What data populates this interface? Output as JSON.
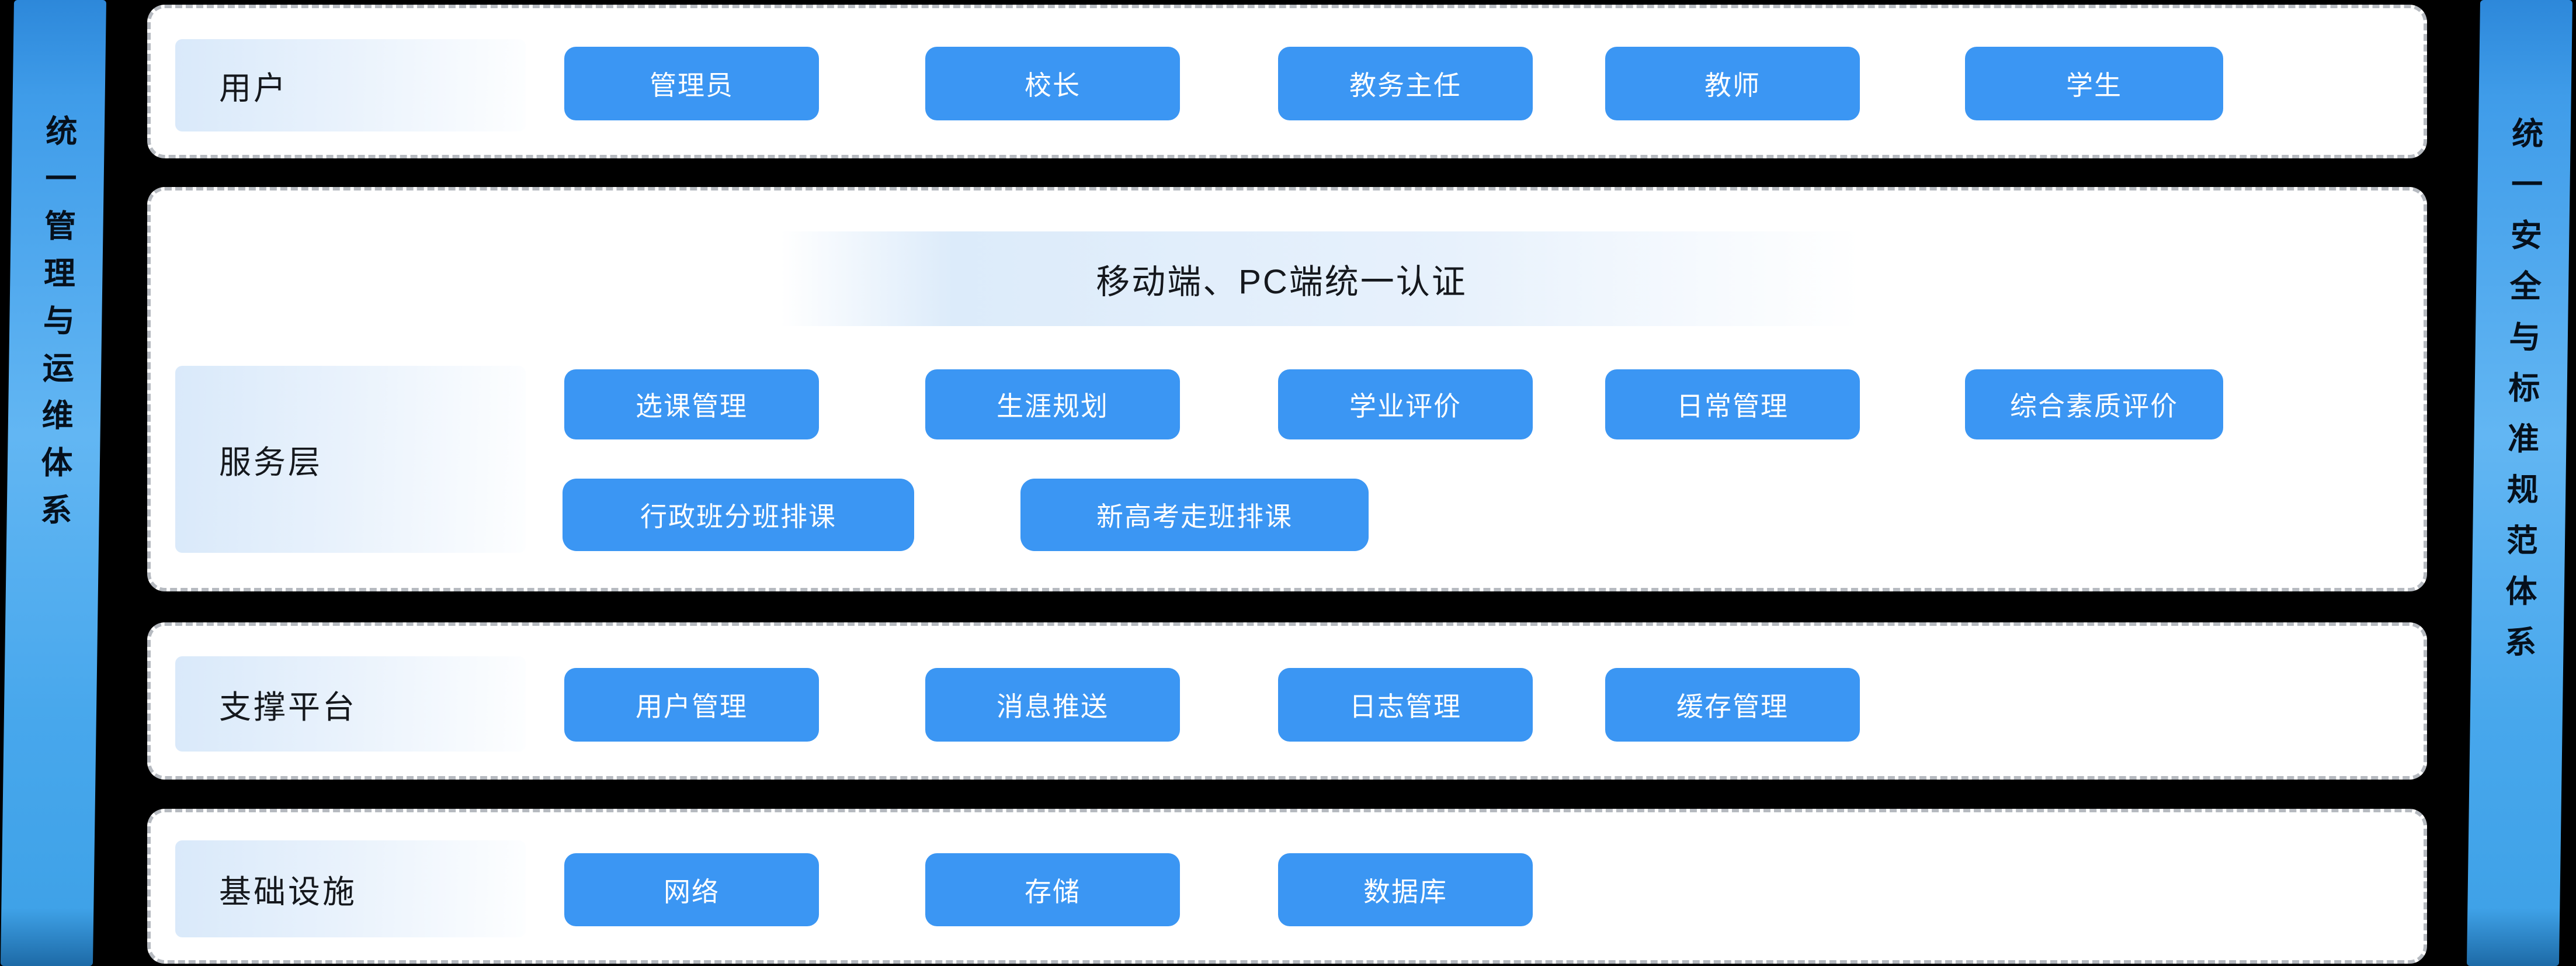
{
  "colors": {
    "button_blue": "#3b96f3",
    "panel_bg": "#ffffff",
    "panel_border": "#b6bac0",
    "background": "#000000",
    "sidebar_gradient_top": "#2d88da",
    "sidebar_gradient_middle": "#62b6f3",
    "sidebar_gradient_bottom": "#3fa2e8",
    "label_chip_blue": "#d9e9fa",
    "auth_band_blue": "#dcebfa",
    "text_dark": "#15181d"
  },
  "left_sidebar": {
    "text": "统一管理与运维体系"
  },
  "right_sidebar": {
    "text": "统一安全与标准规范体系"
  },
  "rows": {
    "users": {
      "label": "用户",
      "buttons": [
        "管理员",
        "校长",
        "教务主任",
        "教师",
        "学生"
      ]
    },
    "services": {
      "label": "服务层",
      "header": "移动端、PC端统一认证",
      "buttons_row1": [
        "选课管理",
        "生涯规划",
        "学业评价",
        "日常管理",
        "综合素质评价"
      ],
      "buttons_row2": [
        "行政班分班排课",
        "新高考走班排课"
      ]
    },
    "support": {
      "label": "支撑平台",
      "buttons": [
        "用户管理",
        "消息推送",
        "日志管理",
        "缓存管理"
      ]
    },
    "infra": {
      "label": "基础设施",
      "buttons": [
        "网络",
        "存储",
        "数据库"
      ]
    }
  }
}
